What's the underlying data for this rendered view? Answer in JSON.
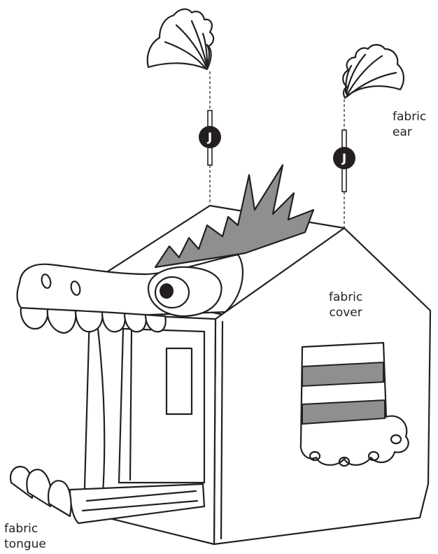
{
  "labels": {
    "ear": [
      "fabric",
      "ear"
    ],
    "cover": [
      "fabric",
      "cover"
    ],
    "tongue": [
      "fabric",
      "tongue"
    ]
  },
  "markers": {
    "left_pole": "J",
    "right_pole": "J"
  },
  "colors": {
    "ink": "#231f20",
    "grey_fill": "#8f8f8f",
    "background": "#ffffff"
  }
}
